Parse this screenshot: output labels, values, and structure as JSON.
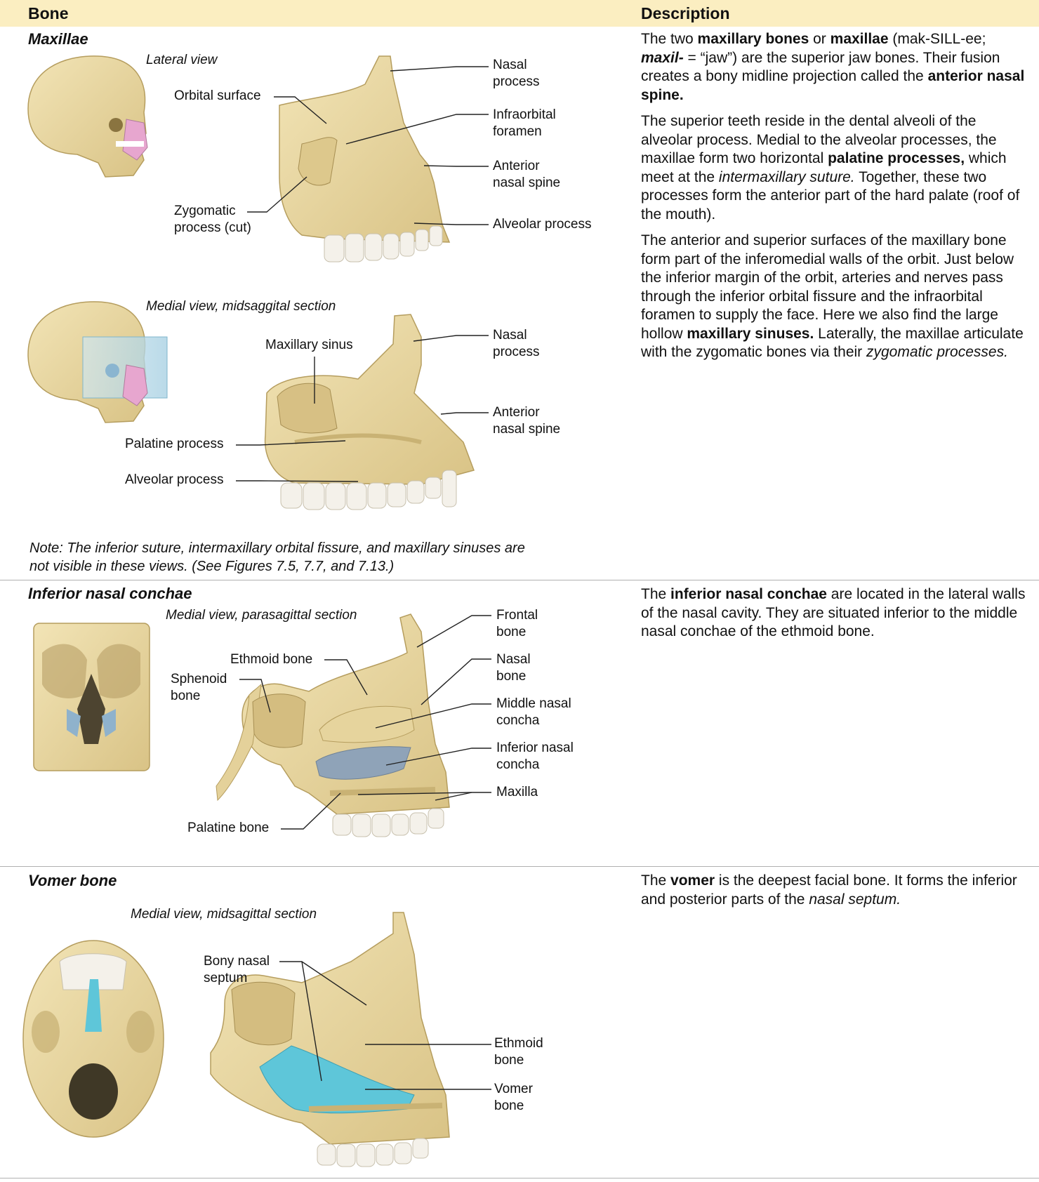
{
  "header": {
    "col1": "Bone",
    "col2": "Description",
    "bg": "#fbeec1"
  },
  "colors": {
    "bone": "#e8d7a0",
    "bone_dark": "#c9b274",
    "teeth": "#f4f1ea",
    "highlight_pink": "#e7a6cf",
    "highlight_blue": "#8fb2cc",
    "vomer_cyan": "#5ec6d9"
  },
  "maxillae": {
    "title": "Maxillae",
    "lateral_caption": "Lateral view",
    "medial_caption": "Medial view, midsaggital section",
    "labels_lateral": {
      "orbital_surface": "Orbital surface",
      "zygomatic_process": [
        "Zygomatic",
        "process (cut)"
      ],
      "nasal_process": [
        "Nasal",
        "process"
      ],
      "infraorbital_foramen": [
        "Infraorbital",
        "foramen"
      ],
      "anterior_nasal_spine": [
        "Anterior",
        "nasal spine"
      ],
      "alveolar_process": "Alveolar process"
    },
    "labels_medial": {
      "maxillary_sinus": "Maxillary sinus",
      "palatine_process": "Palatine process",
      "alveolar_process": "Alveolar process",
      "nasal_process": [
        "Nasal",
        "process"
      ],
      "anterior_nasal_spine": [
        "Anterior",
        "nasal spine"
      ]
    },
    "note": [
      "Note: The inferior suture, intermaxillary orbital fissure, and maxillary sinuses are",
      "not visible in these views. (See Figures 7.5, 7.7, and 7.13.)"
    ],
    "description": [
      [
        {
          "t": "The two "
        },
        {
          "t": "maxillary bones",
          "b": true
        },
        {
          "t": " or "
        },
        {
          "t": "maxillae",
          "b": true
        },
        {
          "t": " (mak-SILL-ee; "
        },
        {
          "t": "maxil-",
          "bi": true
        },
        {
          "t": " = “jaw”) are the superior jaw bones. Their fusion creates a bony midline projection called the "
        },
        {
          "t": "anterior nasal spine.",
          "b": true
        }
      ],
      [
        {
          "t": "The superior teeth reside in the dental alveoli of the alveolar process. Medial to the alveolar processes, the maxillae form two horizontal "
        },
        {
          "t": "palatine processes,",
          "b": true
        },
        {
          "t": " which meet at the "
        },
        {
          "t": "intermaxillary suture.",
          "i": true
        },
        {
          "t": " Together, these two processes form the anterior part of the hard palate (roof of the mouth)."
        }
      ],
      [
        {
          "t": "The anterior and superior surfaces of the maxillary bone form part of the inferomedial walls of the orbit. Just below the inferior margin of the orbit, arteries and nerves pass through the inferior orbital fissure and the infraorbital foramen to supply the face. Here we also find the large hollow "
        },
        {
          "t": "maxillary sinuses.",
          "b": true
        },
        {
          "t": " Laterally, the maxillae articulate with the zygomatic bones via their "
        },
        {
          "t": "zygomatic processes.",
          "i": true
        }
      ]
    ]
  },
  "conchae": {
    "title": "Inferior nasal conchae",
    "caption": "Medial view, parasagittal section",
    "labels": {
      "ethmoid_bone": "Ethmoid bone",
      "sphenoid_bone": [
        "Sphenoid",
        "bone"
      ],
      "palatine_bone": "Palatine bone",
      "frontal_bone": [
        "Frontal",
        "bone"
      ],
      "nasal_bone": [
        "Nasal",
        "bone"
      ],
      "middle_nasal_concha": [
        "Middle nasal",
        "concha"
      ],
      "inferior_nasal_concha": [
        "Inferior nasal",
        "concha"
      ],
      "maxilla": "Maxilla"
    },
    "description": [
      [
        {
          "t": "The "
        },
        {
          "t": "inferior nasal conchae",
          "b": true
        },
        {
          "t": " are located in the lateral walls of the nasal cavity. They are situated inferior to the middle nasal conchae of the ethmoid bone."
        }
      ]
    ]
  },
  "vomer": {
    "title": "Vomer bone",
    "caption": "Medial view, midsagittal section",
    "labels": {
      "bony_nasal_septum": [
        "Bony nasal",
        "septum"
      ],
      "ethmoid_bone": [
        "Ethmoid",
        "bone"
      ],
      "vomer_bone": [
        "Vomer",
        "bone"
      ]
    },
    "description": [
      [
        {
          "t": "The "
        },
        {
          "t": "vomer",
          "b": true
        },
        {
          "t": " is the deepest facial bone. It forms the inferior and posterior parts of the "
        },
        {
          "t": "nasal septum.",
          "i": true
        }
      ]
    ]
  }
}
